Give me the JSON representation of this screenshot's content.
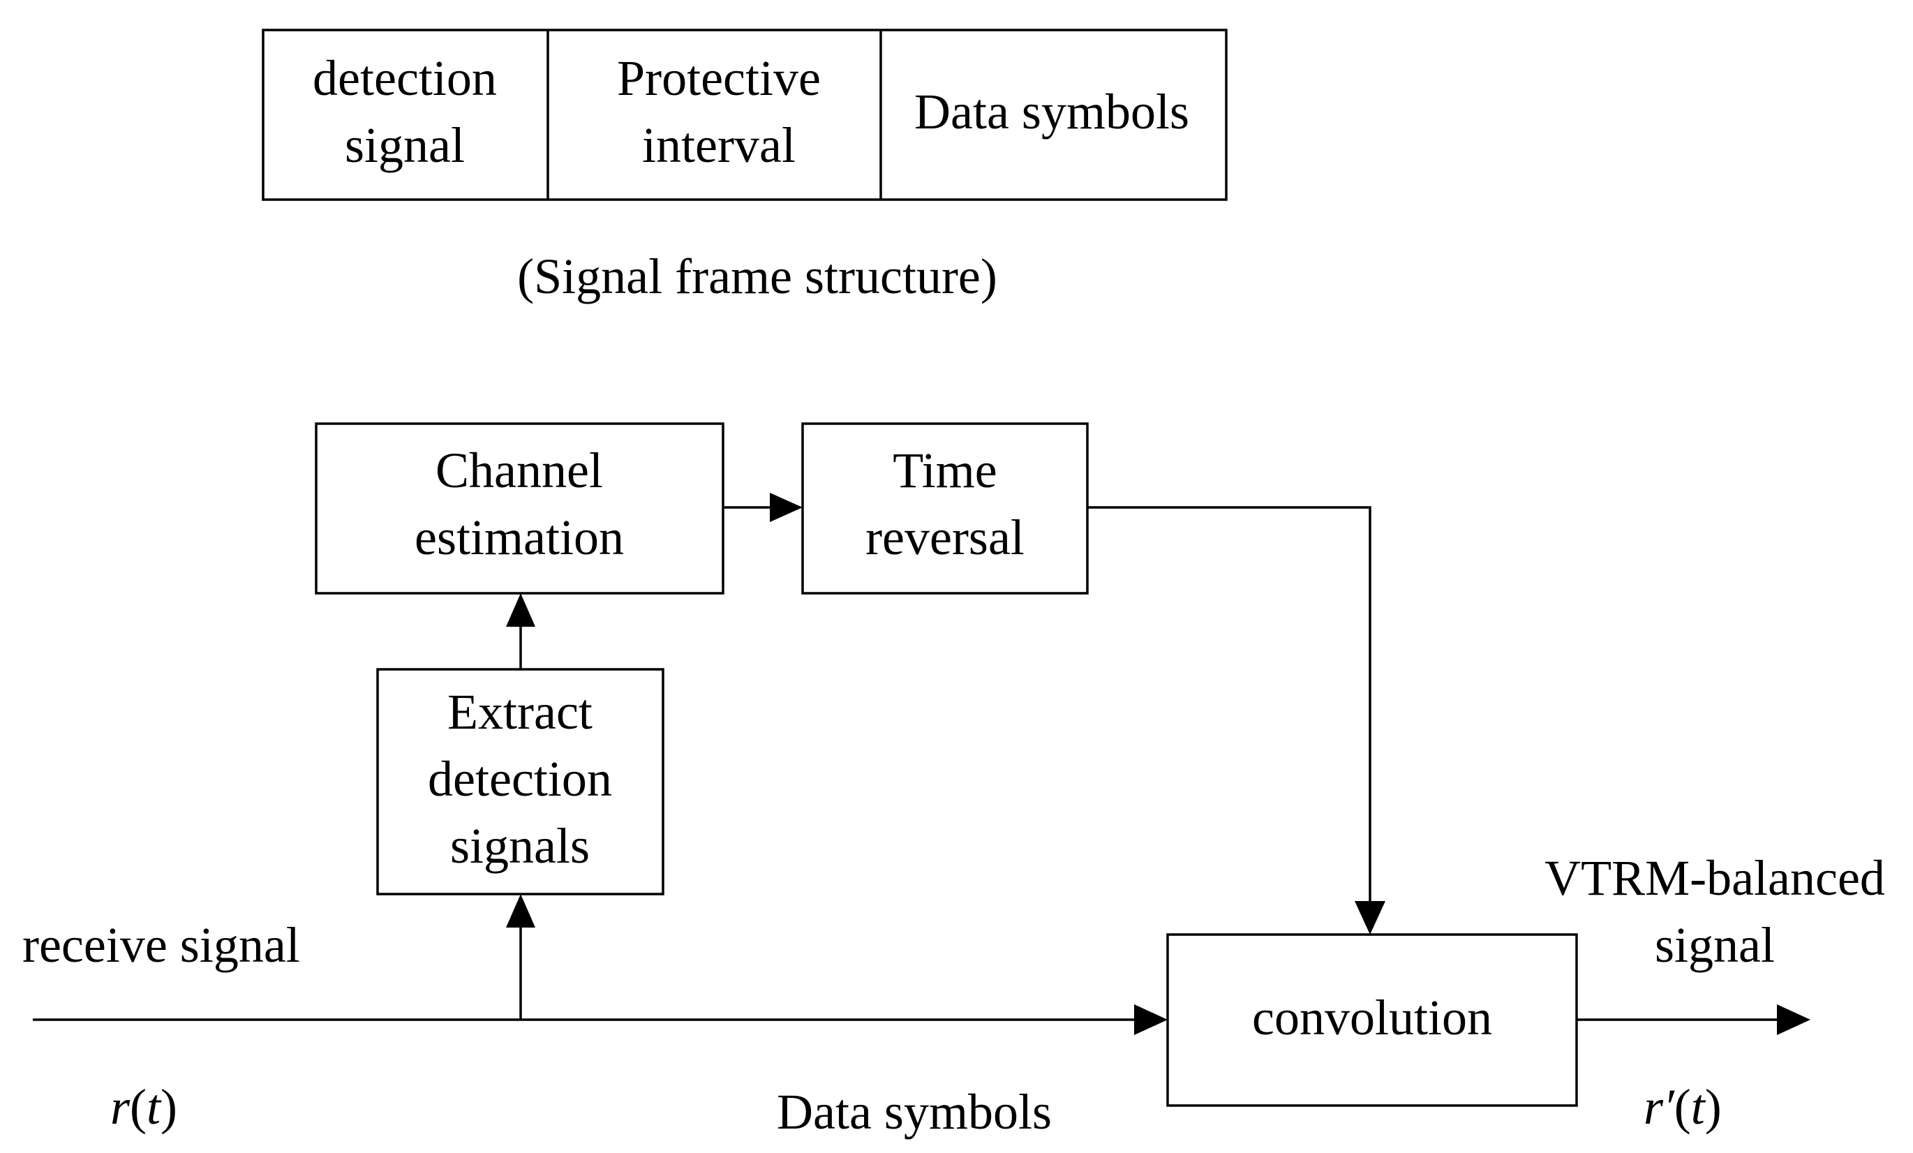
{
  "frame_structure": {
    "cells": [
      {
        "lines": [
          "detection",
          "signal"
        ]
      },
      {
        "lines": [
          "Protective",
          "interval"
        ]
      },
      {
        "lines": [
          "Data symbols"
        ]
      }
    ],
    "caption": "(Signal frame structure)"
  },
  "blocks": {
    "channel_estimation": [
      "Channel",
      "estimation"
    ],
    "time_reversal": [
      "Time",
      "reversal"
    ],
    "extract_detection": [
      "Extract",
      "detection",
      "signals"
    ],
    "convolution": [
      "convolution"
    ]
  },
  "signals": {
    "input_label": "receive signal",
    "input_symbol": {
      "fn": "r",
      "arg": "t"
    },
    "data_path_label": "Data symbols",
    "output_label": [
      "VTRM-balanced",
      "signal"
    ],
    "output_symbol": {
      "fn": "r′",
      "arg": "t"
    }
  }
}
